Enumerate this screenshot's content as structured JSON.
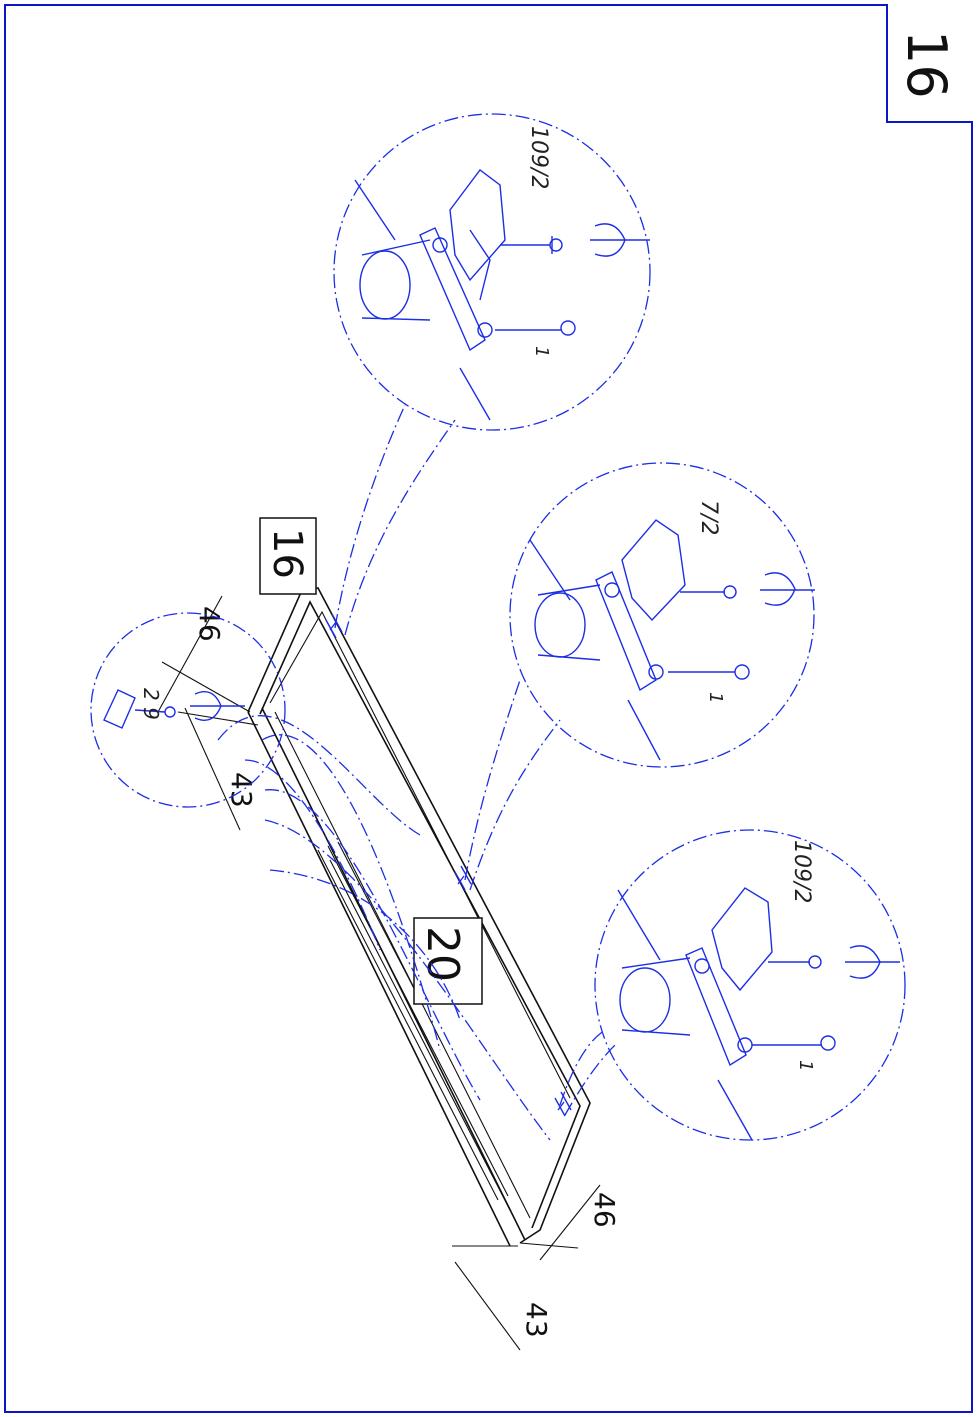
{
  "page": {
    "number": "16"
  },
  "callouts": {
    "part_a": "16",
    "part_b": "20"
  },
  "dimensions": {
    "top_left_46": "46",
    "top_left_43": "43",
    "bottom_46": "46",
    "bottom_43": "43"
  },
  "details": {
    "top": {
      "qty_main": "109/2",
      "qty_screw": "1"
    },
    "middle": {
      "qty_main": "7/2",
      "qty_screw": "1"
    },
    "bottom": {
      "qty_main": "109/2",
      "qty_screw": "1"
    },
    "left": {
      "qty_main": "2 9"
    }
  },
  "colors": {
    "frame": "#0a16c8",
    "detail_lines": "#1c2ee6",
    "part_lines": "#111111"
  }
}
